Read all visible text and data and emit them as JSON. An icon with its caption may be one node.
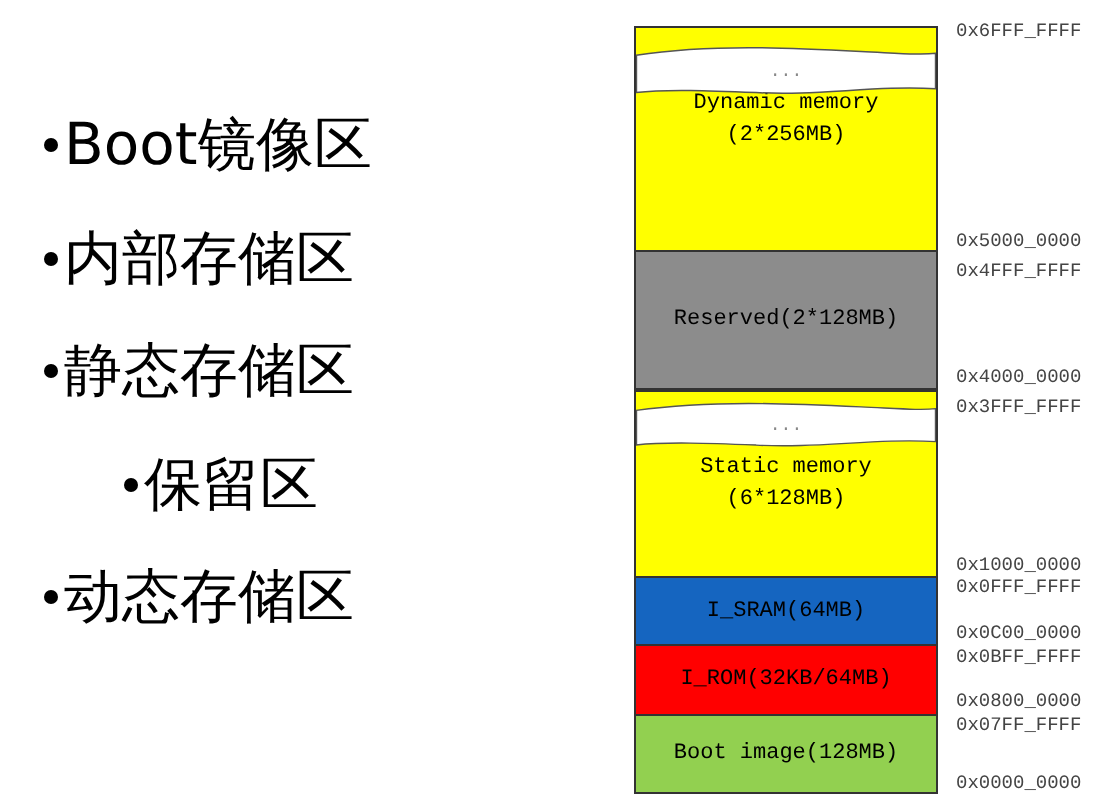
{
  "diagram": {
    "nodes": [
      {
        "text": [
          "Dynamic memory (2*256MB)"
        ]
      },
      {
        "text": [
          "..."
        ],
        "in": 0
      },
      {
        "text": [
          "Reserved(2*128MB)"
        ]
      },
      {
        "text": [
          "Static memory (6*128MB)"
        ]
      },
      {
        "text": [
          "..."
        ],
        "in": 3
      },
      {
        "text": [
          "I_SRAM(64MB)"
        ]
      },
      {
        "text": [
          "I_ROM(32KB/64MB)"
        ]
      },
      {
        "text": [
          "Boot image(128MB)"
        ]
      }
    ],
    "edges": [],
    "labels": [
      "Boot镜像区",
      "内部存储区",
      "静态存储区",
      "保留区",
      "动态存储区",
      "0x6FFF_FFFF",
      "0x5000_0000",
      "0x4FFF_FFFF",
      "0x4000_0000",
      "0x3FFF_FFFF",
      "0x1000_0000",
      "0x0FFF_FFFF",
      "0x0C00_0000",
      "0x0BFF_FFFF",
      "0x0800_0000",
      "0x07FF_FFFF",
      "0x0000_0000"
    ]
  }
}
